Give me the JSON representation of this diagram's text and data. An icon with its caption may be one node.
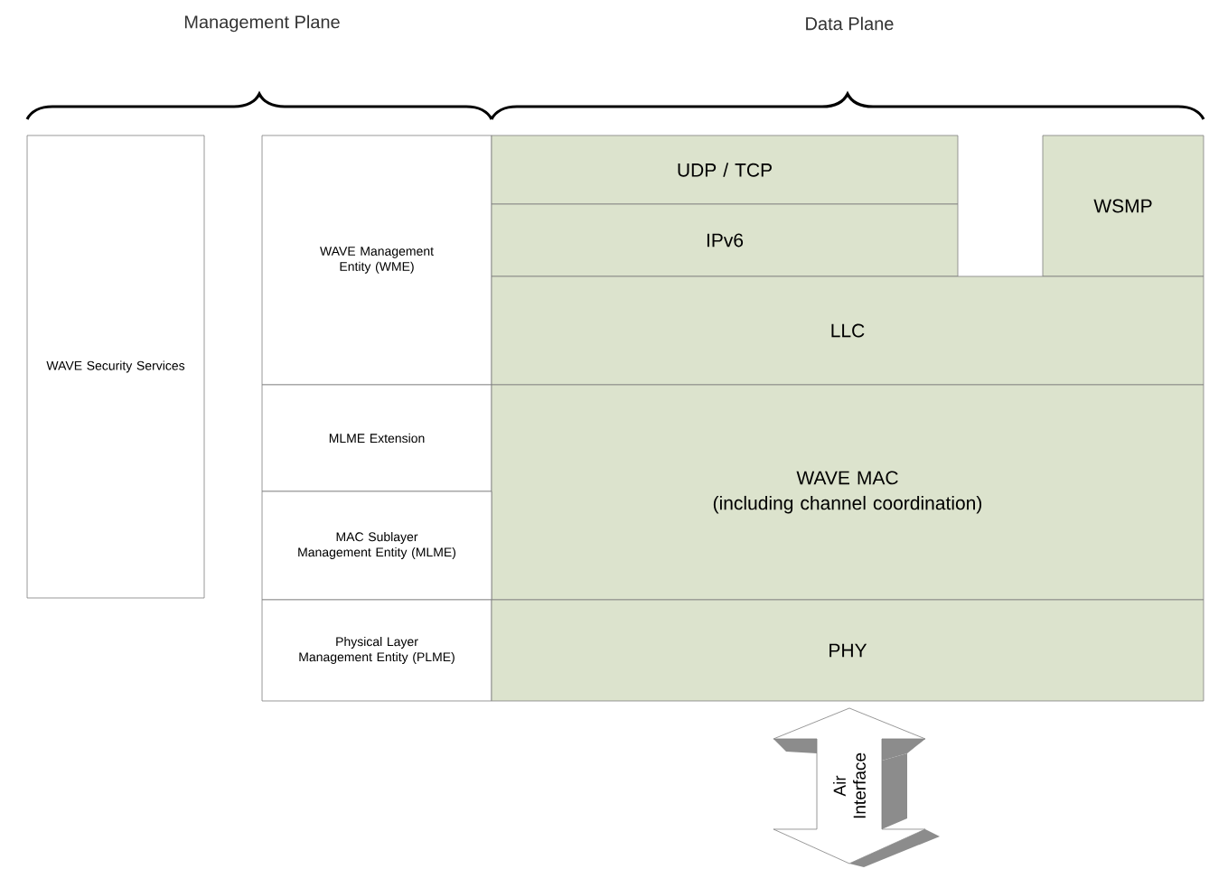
{
  "diagram": {
    "nodes": [
      {
        "text": [
          "WAVE Security Services"
        ]
      },
      {
        "text": [
          "WAVE Management Entity (WME)"
        ]
      },
      {
        "text": [
          "UDP / TCP"
        ]
      },
      {
        "text": [
          "WSMP"
        ]
      },
      {
        "text": [
          "IPv6"
        ]
      },
      {
        "text": [
          "LLC"
        ]
      },
      {
        "text": [
          "MLME Extension"
        ]
      },
      {
        "text": [
          "WAVE MAC",
          "(including channel coordination)"
        ]
      },
      {
        "text": [
          "MAC Sublayer Management Entity (MLME)"
        ]
      },
      {
        "text": [
          "Physical Layer Management Entity (PLME)"
        ]
      },
      {
        "text": [
          "PHY"
        ]
      },
      {
        "text": [
          "Air Interface"
        ]
      }
    ],
    "labels": [
      "Management Plane",
      "Data Plane"
    ]
  }
}
